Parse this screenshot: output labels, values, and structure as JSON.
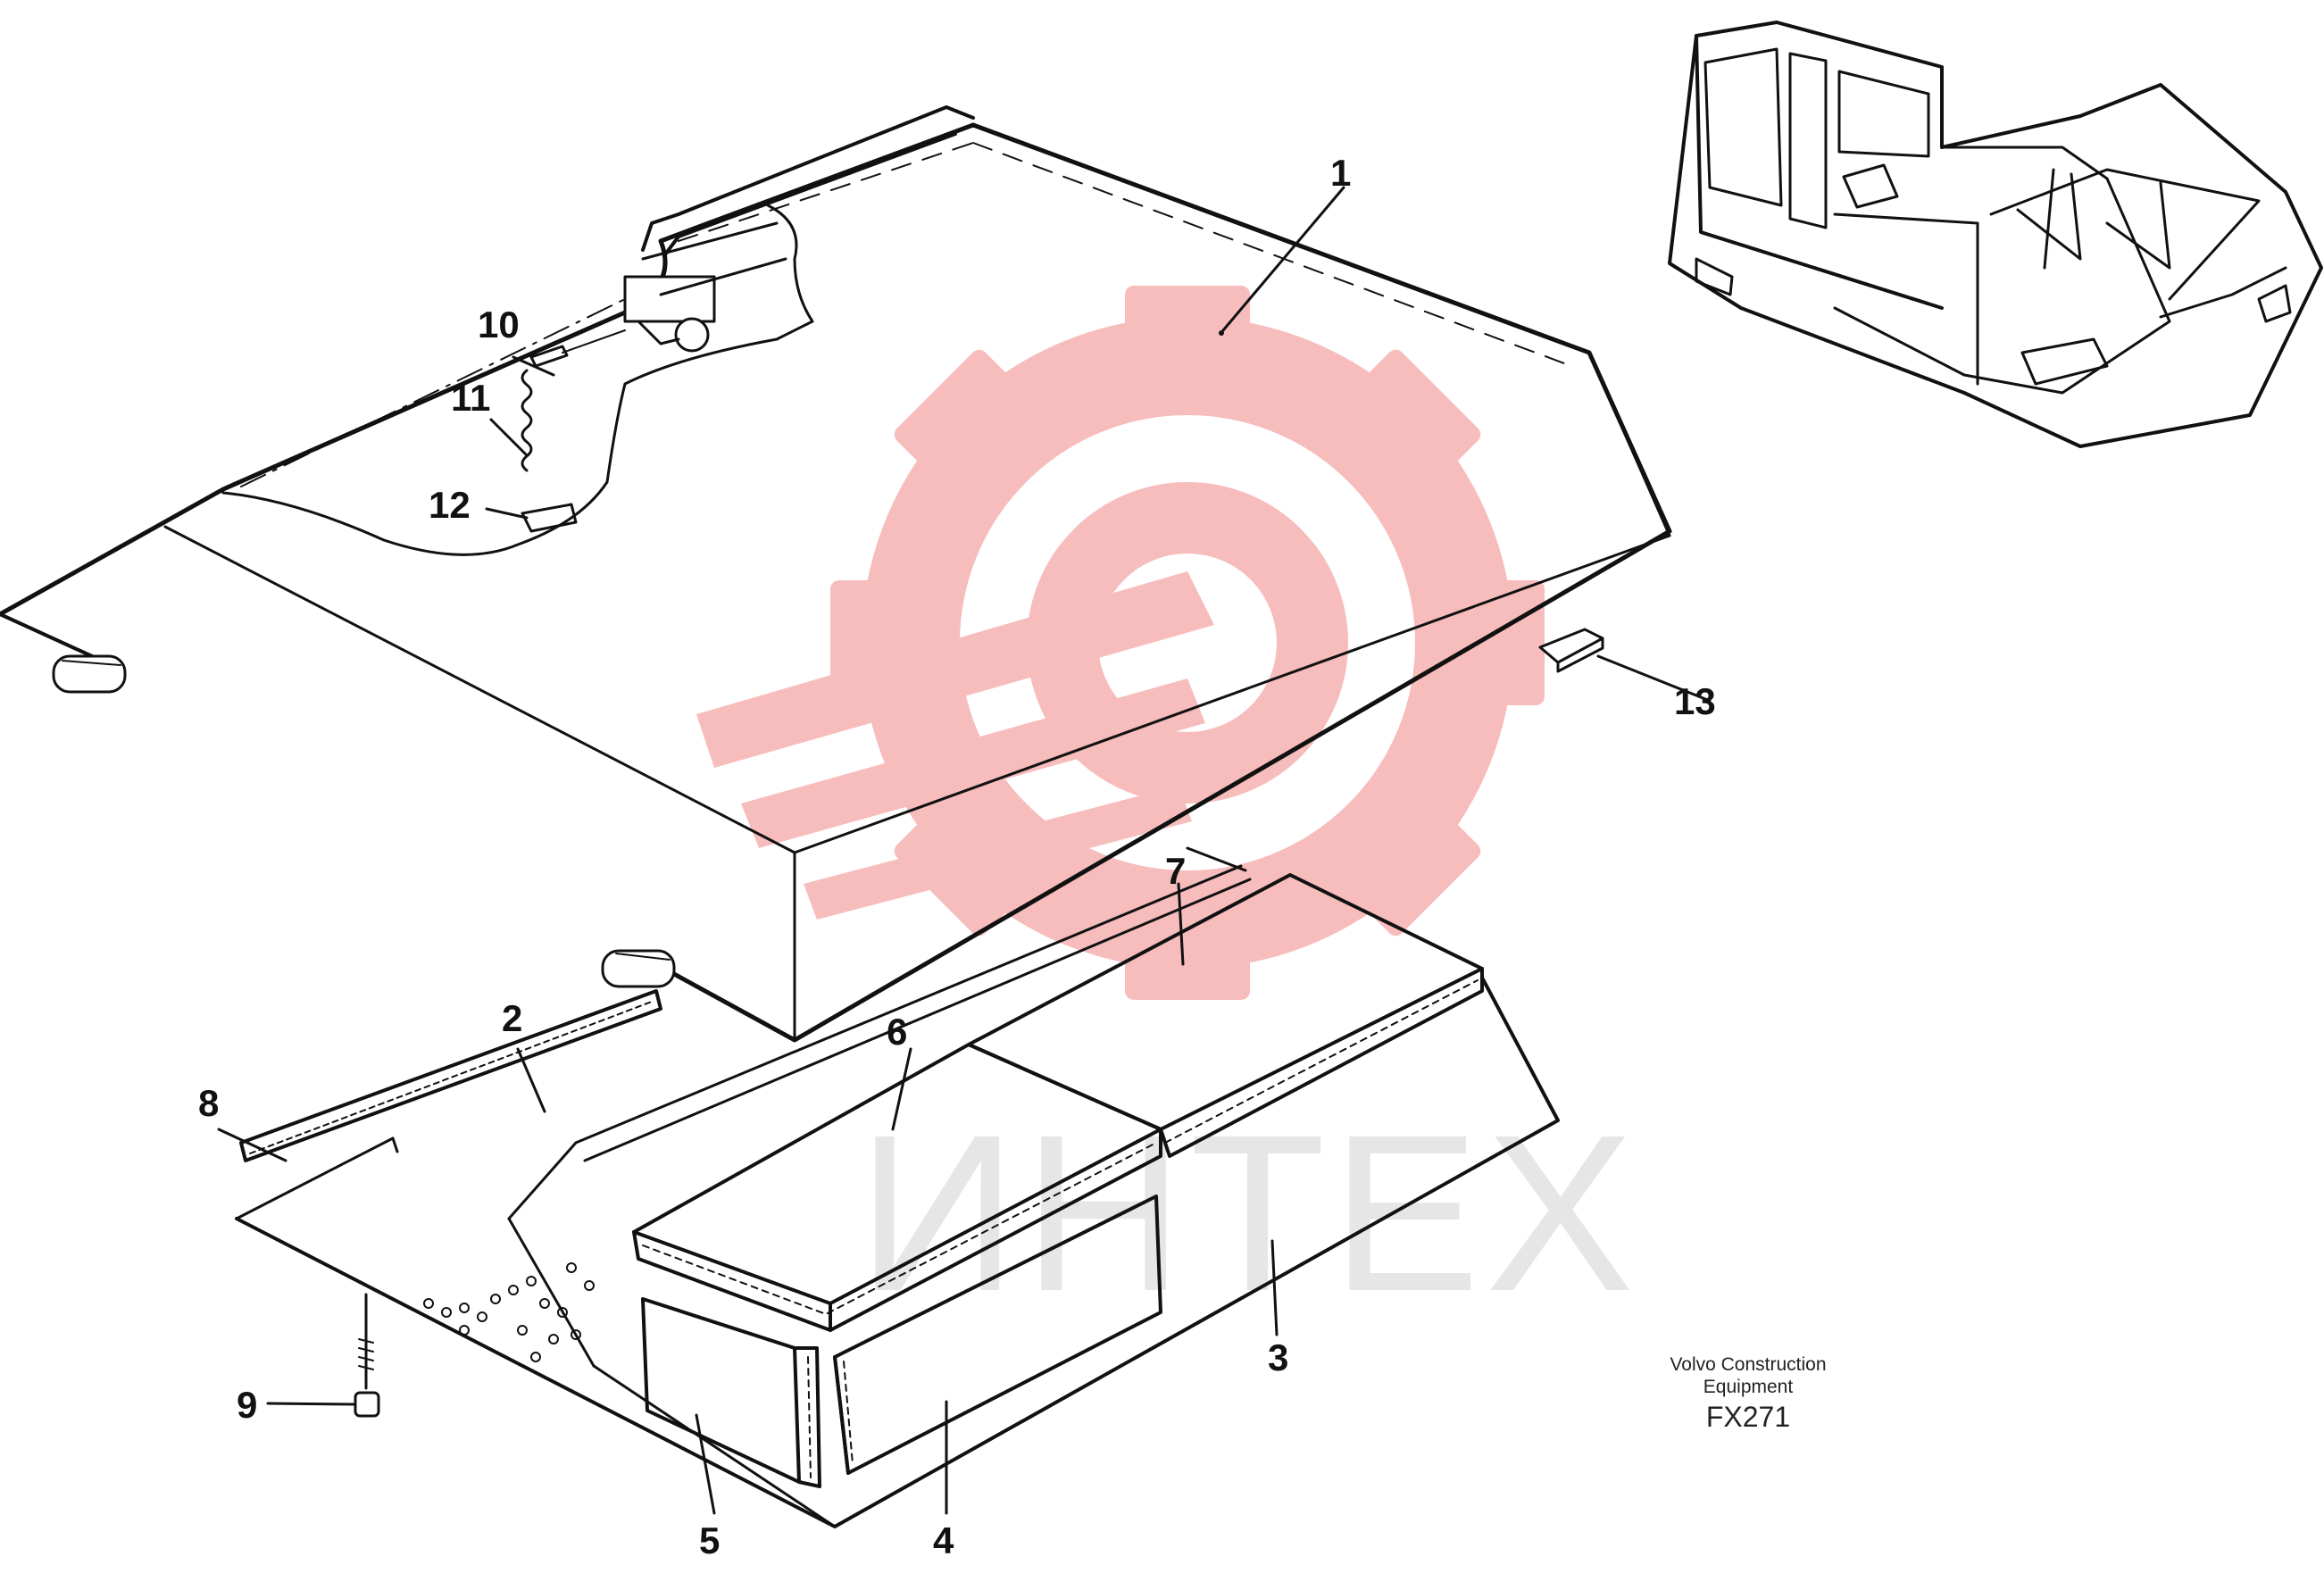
{
  "watermark": {
    "text": "ИНТЕХ",
    "color": "#f7b5b5",
    "text_color": "#e6e6e6",
    "icon": "gear-logo-icon"
  },
  "credit": {
    "line1": "Volvo Construction",
    "line2": "Equipment",
    "code": "FX271"
  },
  "callouts": [
    {
      "id": "1",
      "label": "1"
    },
    {
      "id": "2",
      "label": "2"
    },
    {
      "id": "3",
      "label": "3"
    },
    {
      "id": "4",
      "label": "4"
    },
    {
      "id": "5",
      "label": "5"
    },
    {
      "id": "6",
      "label": "6"
    },
    {
      "id": "7",
      "label": "7"
    },
    {
      "id": "8",
      "label": "8"
    },
    {
      "id": "9",
      "label": "9"
    },
    {
      "id": "10",
      "label": "10"
    },
    {
      "id": "11",
      "label": "11"
    },
    {
      "id": "12",
      "label": "12"
    },
    {
      "id": "13",
      "label": "13"
    }
  ]
}
